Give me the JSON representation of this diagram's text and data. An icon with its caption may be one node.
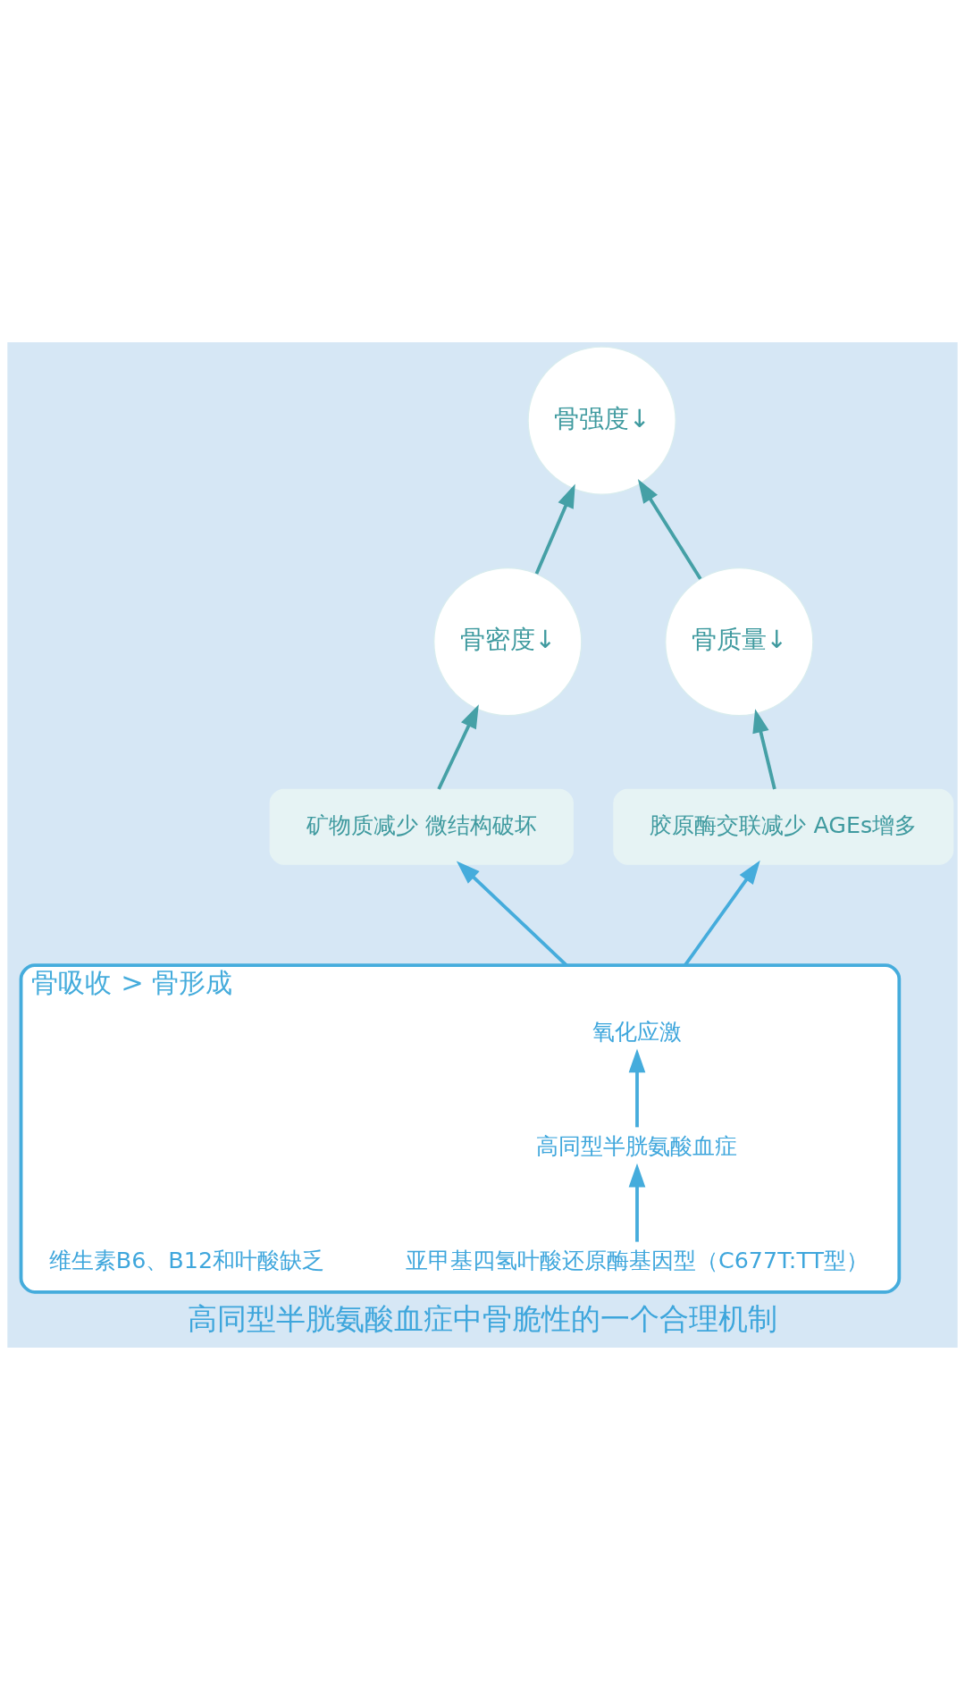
{
  "diagram": {
    "caption": "高同型半胱氨酸血症中骨脆性的一个合理机制",
    "nodes": [
      {
        "text": [
          "骨强度↓"
        ]
      },
      {
        "text": [
          "骨密度↓"
        ]
      },
      {
        "text": [
          "骨质量↓"
        ]
      },
      {
        "text": [
          "矿物质减少 微结构破坏"
        ]
      },
      {
        "text": [
          "胶原酶交联减少 AGEs增多"
        ]
      },
      {
        "text": [
          "骨吸收 > 骨形成"
        ]
      },
      {
        "text": [
          "氧化应激"
        ],
        "in": 5
      },
      {
        "text": [
          "高同型半胱氨酸血症"
        ],
        "in": 5
      },
      {
        "text": [
          "亚甲基四氢叶酸还原酶基因型（C677T:TT型）"
        ],
        "in": 5
      },
      {
        "text": [
          "维生素B6、B12和叶酸缺乏"
        ],
        "in": 5
      }
    ],
    "edges": [
      {
        "from": 1,
        "to": 0,
        "arrow": "to"
      },
      {
        "from": 2,
        "to": 0,
        "arrow": "to"
      },
      {
        "from": 3,
        "to": 1,
        "arrow": "to"
      },
      {
        "from": 4,
        "to": 2,
        "arrow": "to"
      },
      {
        "from": 5,
        "to": 3,
        "arrow": "to",
        "color": "#45acdc"
      },
      {
        "from": 5,
        "to": 4,
        "arrow": "to",
        "color": "#45acdc"
      },
      {
        "from": 7,
        "to": 6,
        "arrow": "to",
        "color": "#45acdc"
      },
      {
        "from": 8,
        "to": 7,
        "arrow": "to",
        "color": "#45acdc"
      }
    ]
  }
}
